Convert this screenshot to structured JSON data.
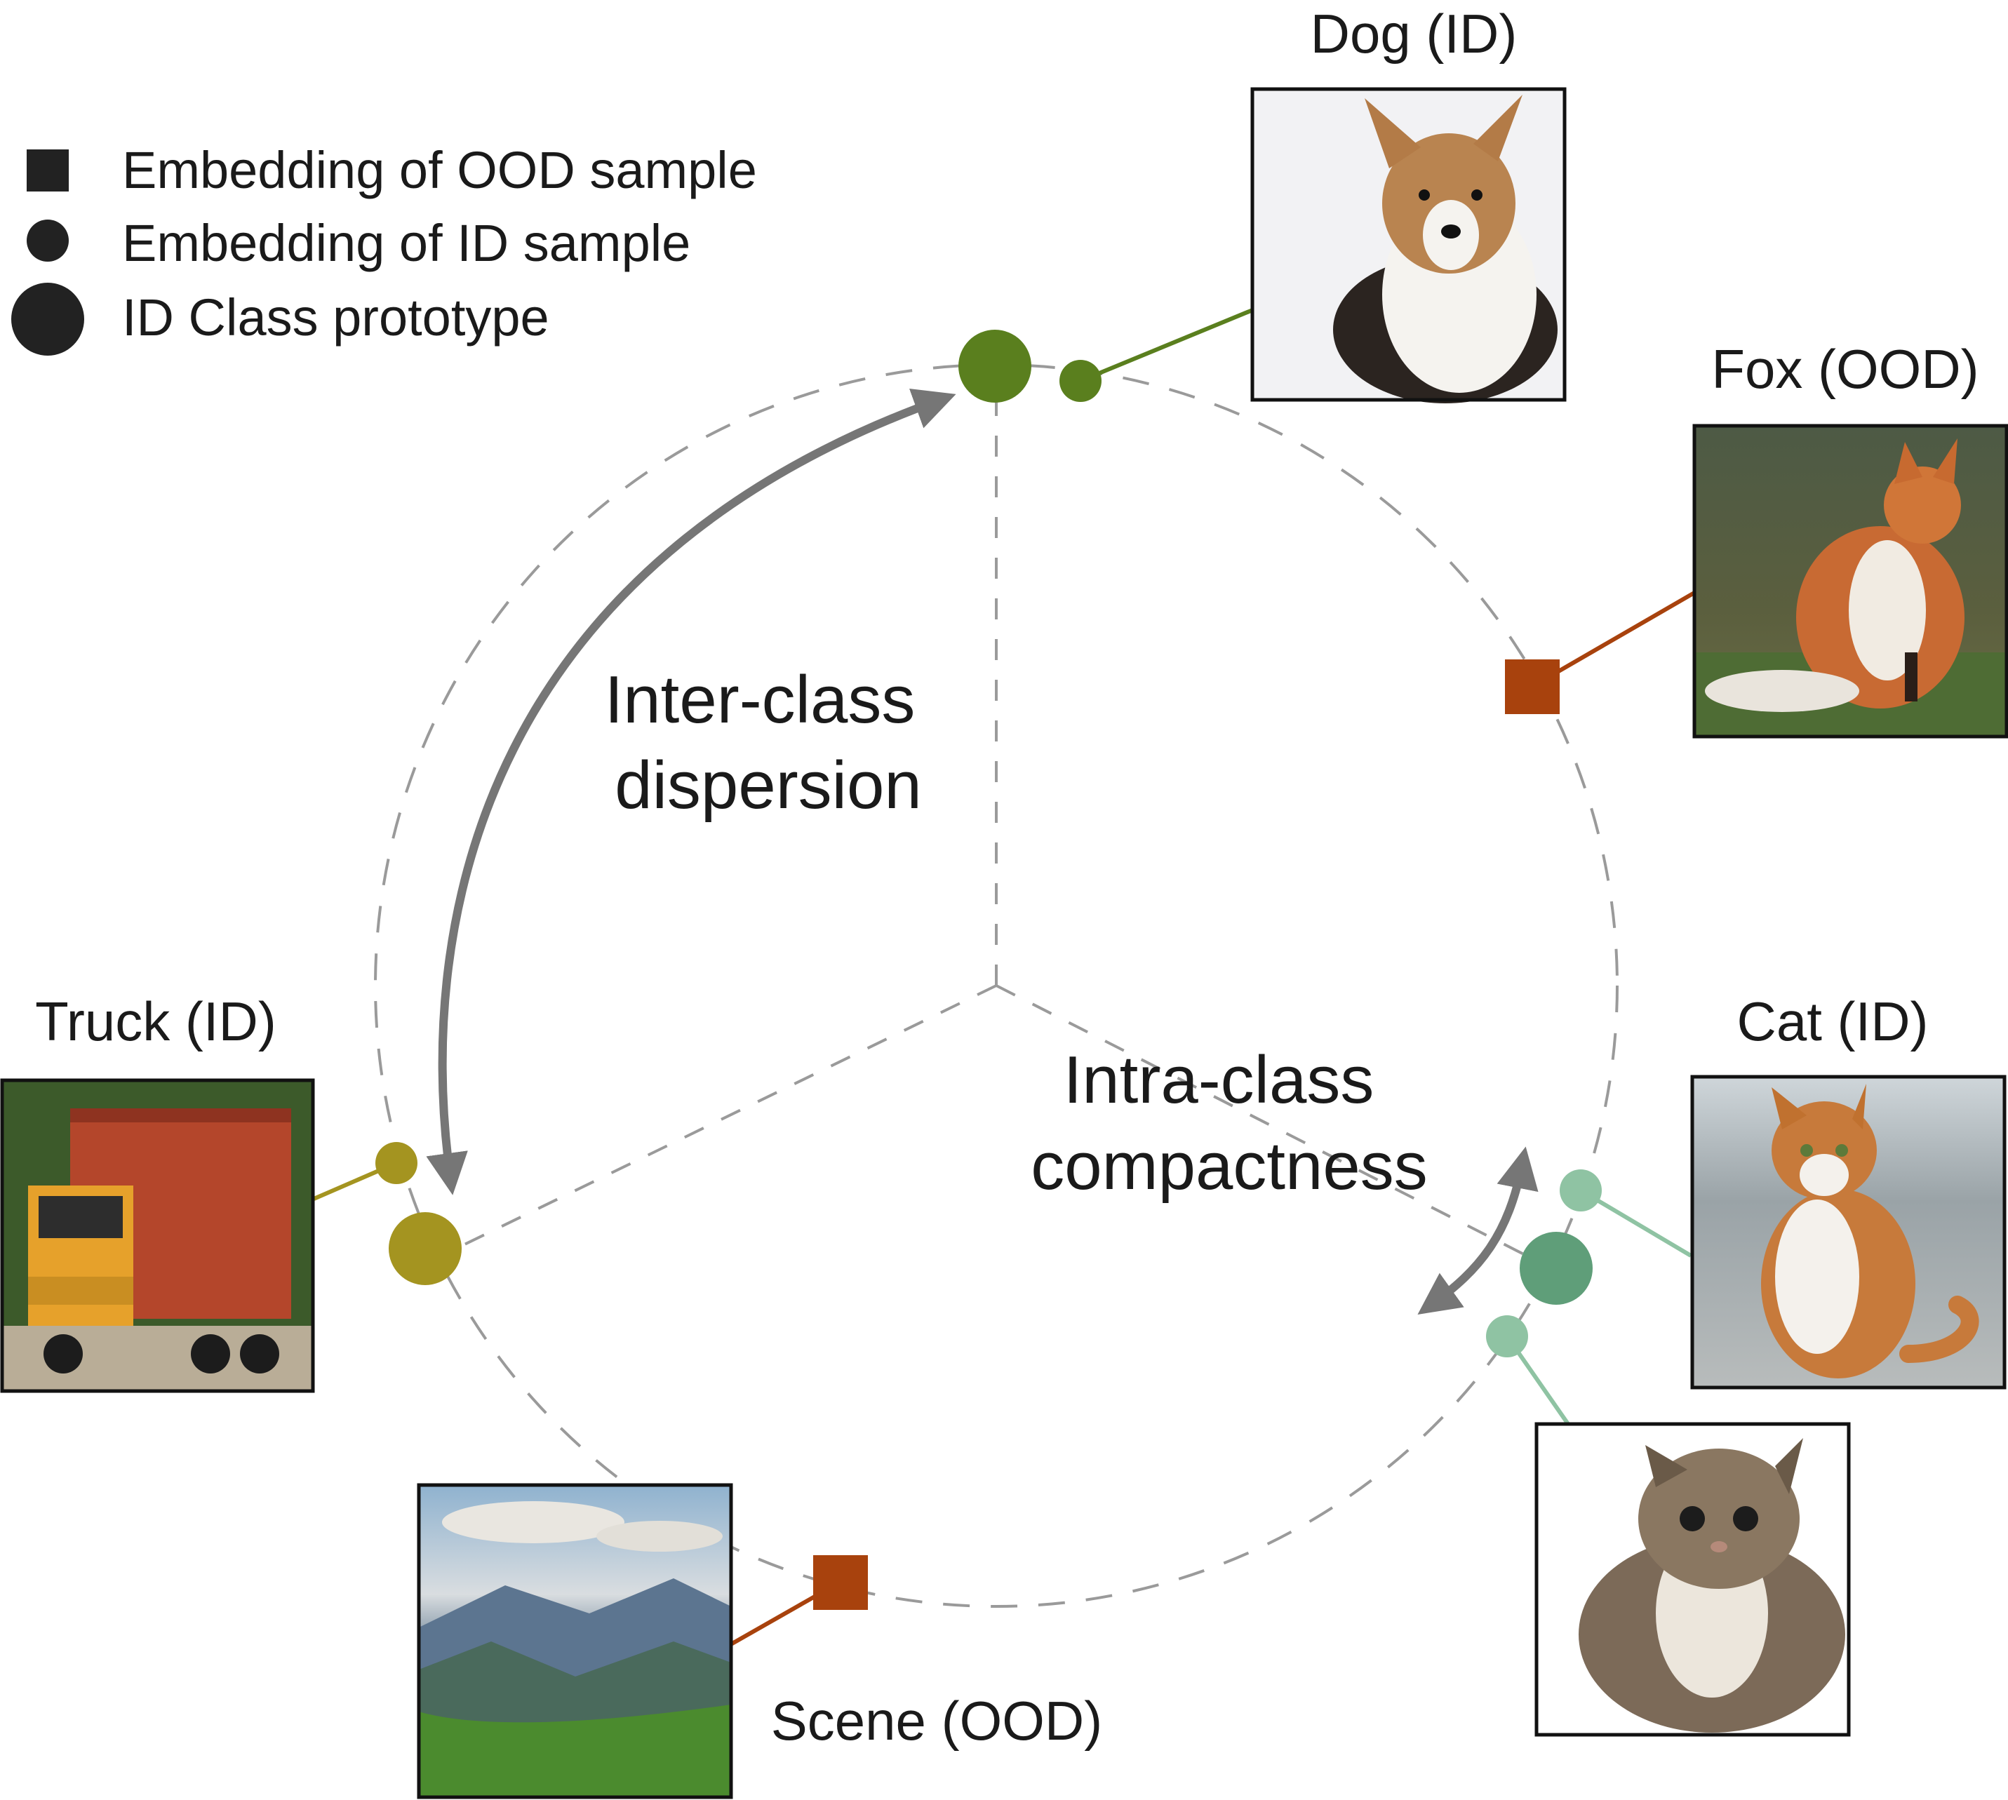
{
  "legend": {
    "ood_sample": "Embedding of OOD sample",
    "id_sample": "Embedding of ID sample",
    "prototype": "ID Class prototype"
  },
  "labels": {
    "dog": "Dog (ID)",
    "fox": "Fox (OOD)",
    "truck": "Truck (ID)",
    "cat": "Cat (ID)",
    "scene": "Scene (OOD)"
  },
  "annotations": {
    "inter_line1": "Inter-class",
    "inter_line2": "dispersion",
    "intra_line1": "Intra-class",
    "intra_line2": "compactness"
  },
  "colors": {
    "dog": "#5a7f1e",
    "truck": "#a49420",
    "cat_prototype": "#5f9e79",
    "cat_sample": "#8fc3a3",
    "ood": "#a8420d",
    "arrow": "#767676",
    "dashed": "#9a9a9a",
    "legend_marker": "#222222"
  },
  "icons": {
    "dog": "dog-photo-icon",
    "fox": "fox-photo-icon",
    "truck": "truck-photo-icon",
    "cat1": "cat-photo-icon",
    "cat2": "kitten-photo-icon",
    "scene": "mountain-scene-photo-icon"
  }
}
